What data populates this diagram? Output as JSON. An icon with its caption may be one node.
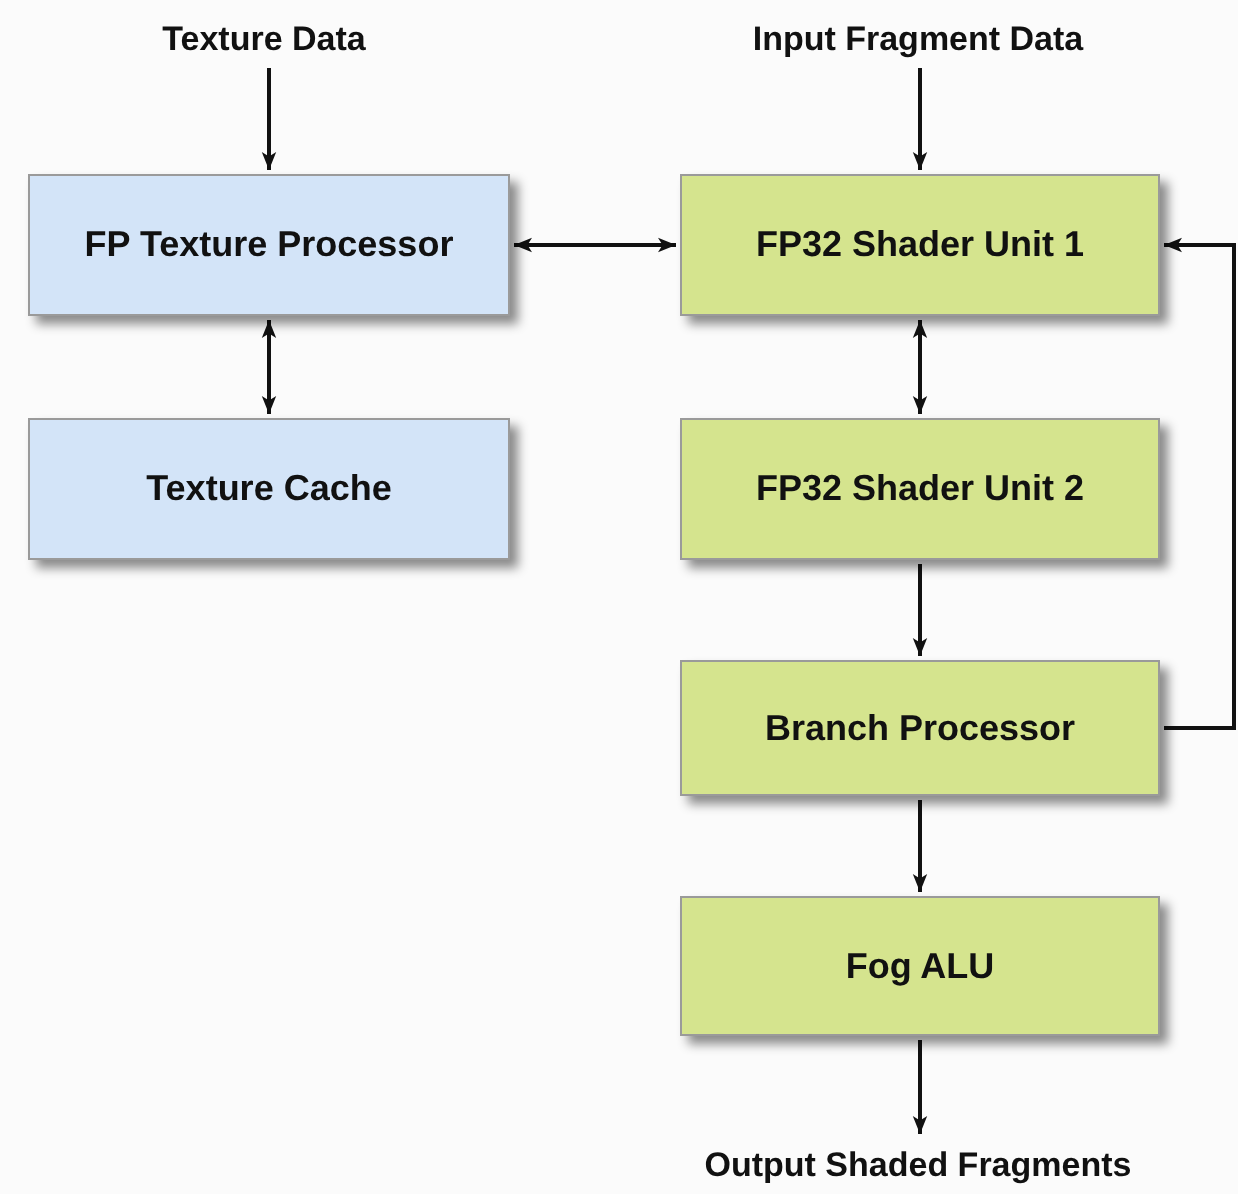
{
  "diagram": {
    "nodes": [
      {
        "text": [
          "Texture Data"
        ]
      },
      {
        "text": [
          "Input Fragment Data"
        ]
      },
      {
        "text": [
          "FP Texture Processor"
        ]
      },
      {
        "text": [
          "FP32 Shader Unit 1"
        ]
      },
      {
        "text": [
          "Texture Cache"
        ]
      },
      {
        "text": [
          "FP32 Shader Unit 2"
        ]
      },
      {
        "text": [
          "Branch Processor"
        ]
      },
      {
        "text": [
          "Fog ALU"
        ]
      },
      {
        "text": [
          "Output Shaded Fragments"
        ]
      }
    ],
    "edges": [
      {
        "from": 0,
        "to": 2,
        "arrow": "to"
      },
      {
        "from": 1,
        "to": 3,
        "arrow": "to"
      },
      {
        "from": 2,
        "to": 3,
        "arrow": "both"
      },
      {
        "from": 2,
        "to": 4,
        "arrow": "both"
      },
      {
        "from": 3,
        "to": 5,
        "arrow": "both"
      },
      {
        "from": 5,
        "to": 6,
        "arrow": "to"
      },
      {
        "from": 6,
        "to": 7,
        "arrow": "to"
      },
      {
        "from": 7,
        "to": 8,
        "arrow": "to"
      },
      {
        "from": 6,
        "to": 3,
        "arrow": "to"
      }
    ]
  }
}
